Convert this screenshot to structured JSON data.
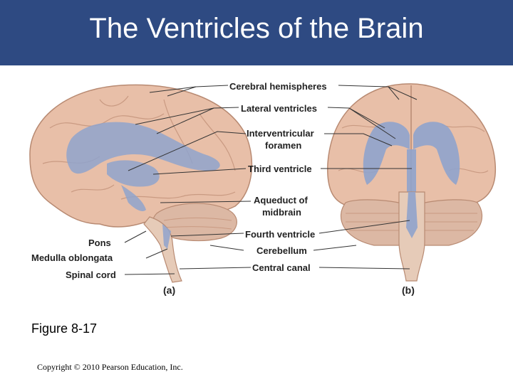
{
  "header": {
    "title": "The Ventricles of the Brain"
  },
  "figure": {
    "labels": {
      "cerebral_hemispheres": "Cerebral hemispheres",
      "lateral_ventricles": "Lateral ventricles",
      "interventricular_1": "Interventricular",
      "interventricular_2": "foramen",
      "third_ventricle": "Third ventricle",
      "aqueduct_1": "Aqueduct of",
      "aqueduct_2": "midbrain",
      "fourth_ventricle": "Fourth ventricle",
      "cerebellum": "Cerebellum",
      "central_canal": "Central canal",
      "pons": "Pons",
      "medulla_oblongata": "Medulla oblongata",
      "spinal_cord": "Spinal cord"
    },
    "panels": {
      "a": "(a)",
      "b": "(b)"
    },
    "colors": {
      "brain": "#e8bfa8",
      "ventricle": "#8fa3cc",
      "cerebellum": "#dcb8a4",
      "stem": "#e6cbb8"
    }
  },
  "caption": "Figure 8-17",
  "copyright": "Copyright © 2010 Pearson Education, Inc."
}
